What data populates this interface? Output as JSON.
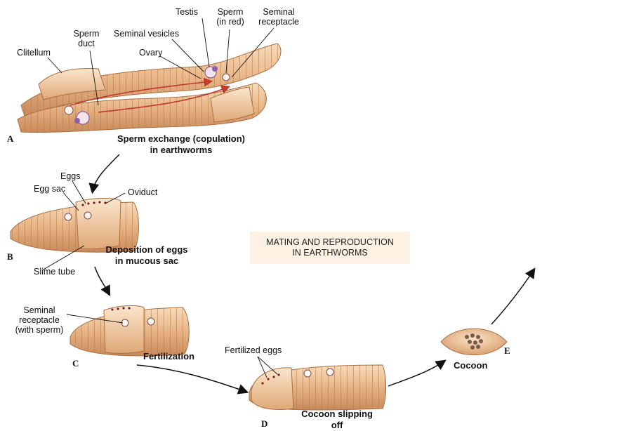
{
  "labels": {
    "testis": "Testis",
    "sperm": "Sperm",
    "sperm_sub": "(in red)",
    "seminal_receptacle": "Seminal",
    "seminal_receptacle_sub": "receptacle",
    "sperm_duct": "Sperm",
    "sperm_duct_sub": "duct",
    "seminal_vesicles": "Seminal vesicles",
    "clitellum": "Clitellum",
    "ovary": "Ovary",
    "eggs": "Eggs",
    "egg_sac": "Egg sac",
    "oviduct": "Oviduct",
    "slime_tube": "Slime tube",
    "seminal_receptacle_c": "Seminal",
    "seminal_receptacle_c2": "receptacle",
    "seminal_receptacle_c3": "(with sperm)",
    "fertilized_eggs": "Fertilized eggs"
  },
  "captions": {
    "a_line1": "Sperm exchange (copulation)",
    "a_line2": "in earthworms",
    "b_line1": "Deposition of eggs",
    "b_line2": "in mucous sac",
    "c": "Fertilization",
    "d_line1": "Cocoon slipping",
    "d_line2": "off",
    "e": "Cocoon"
  },
  "letters": {
    "a": "A",
    "b": "B",
    "c": "C",
    "d": "D",
    "e": "E"
  },
  "title": {
    "line1": "MATING AND REPRODUCTION",
    "line2": "IN EARTHWORMS"
  },
  "colors": {
    "worm_body": "#eab88a",
    "worm_shadow": "#c98a5a",
    "worm_highlight": "#f8dcbc",
    "sperm_red": "#c0392b",
    "title_bg": "#fdf1e4"
  }
}
